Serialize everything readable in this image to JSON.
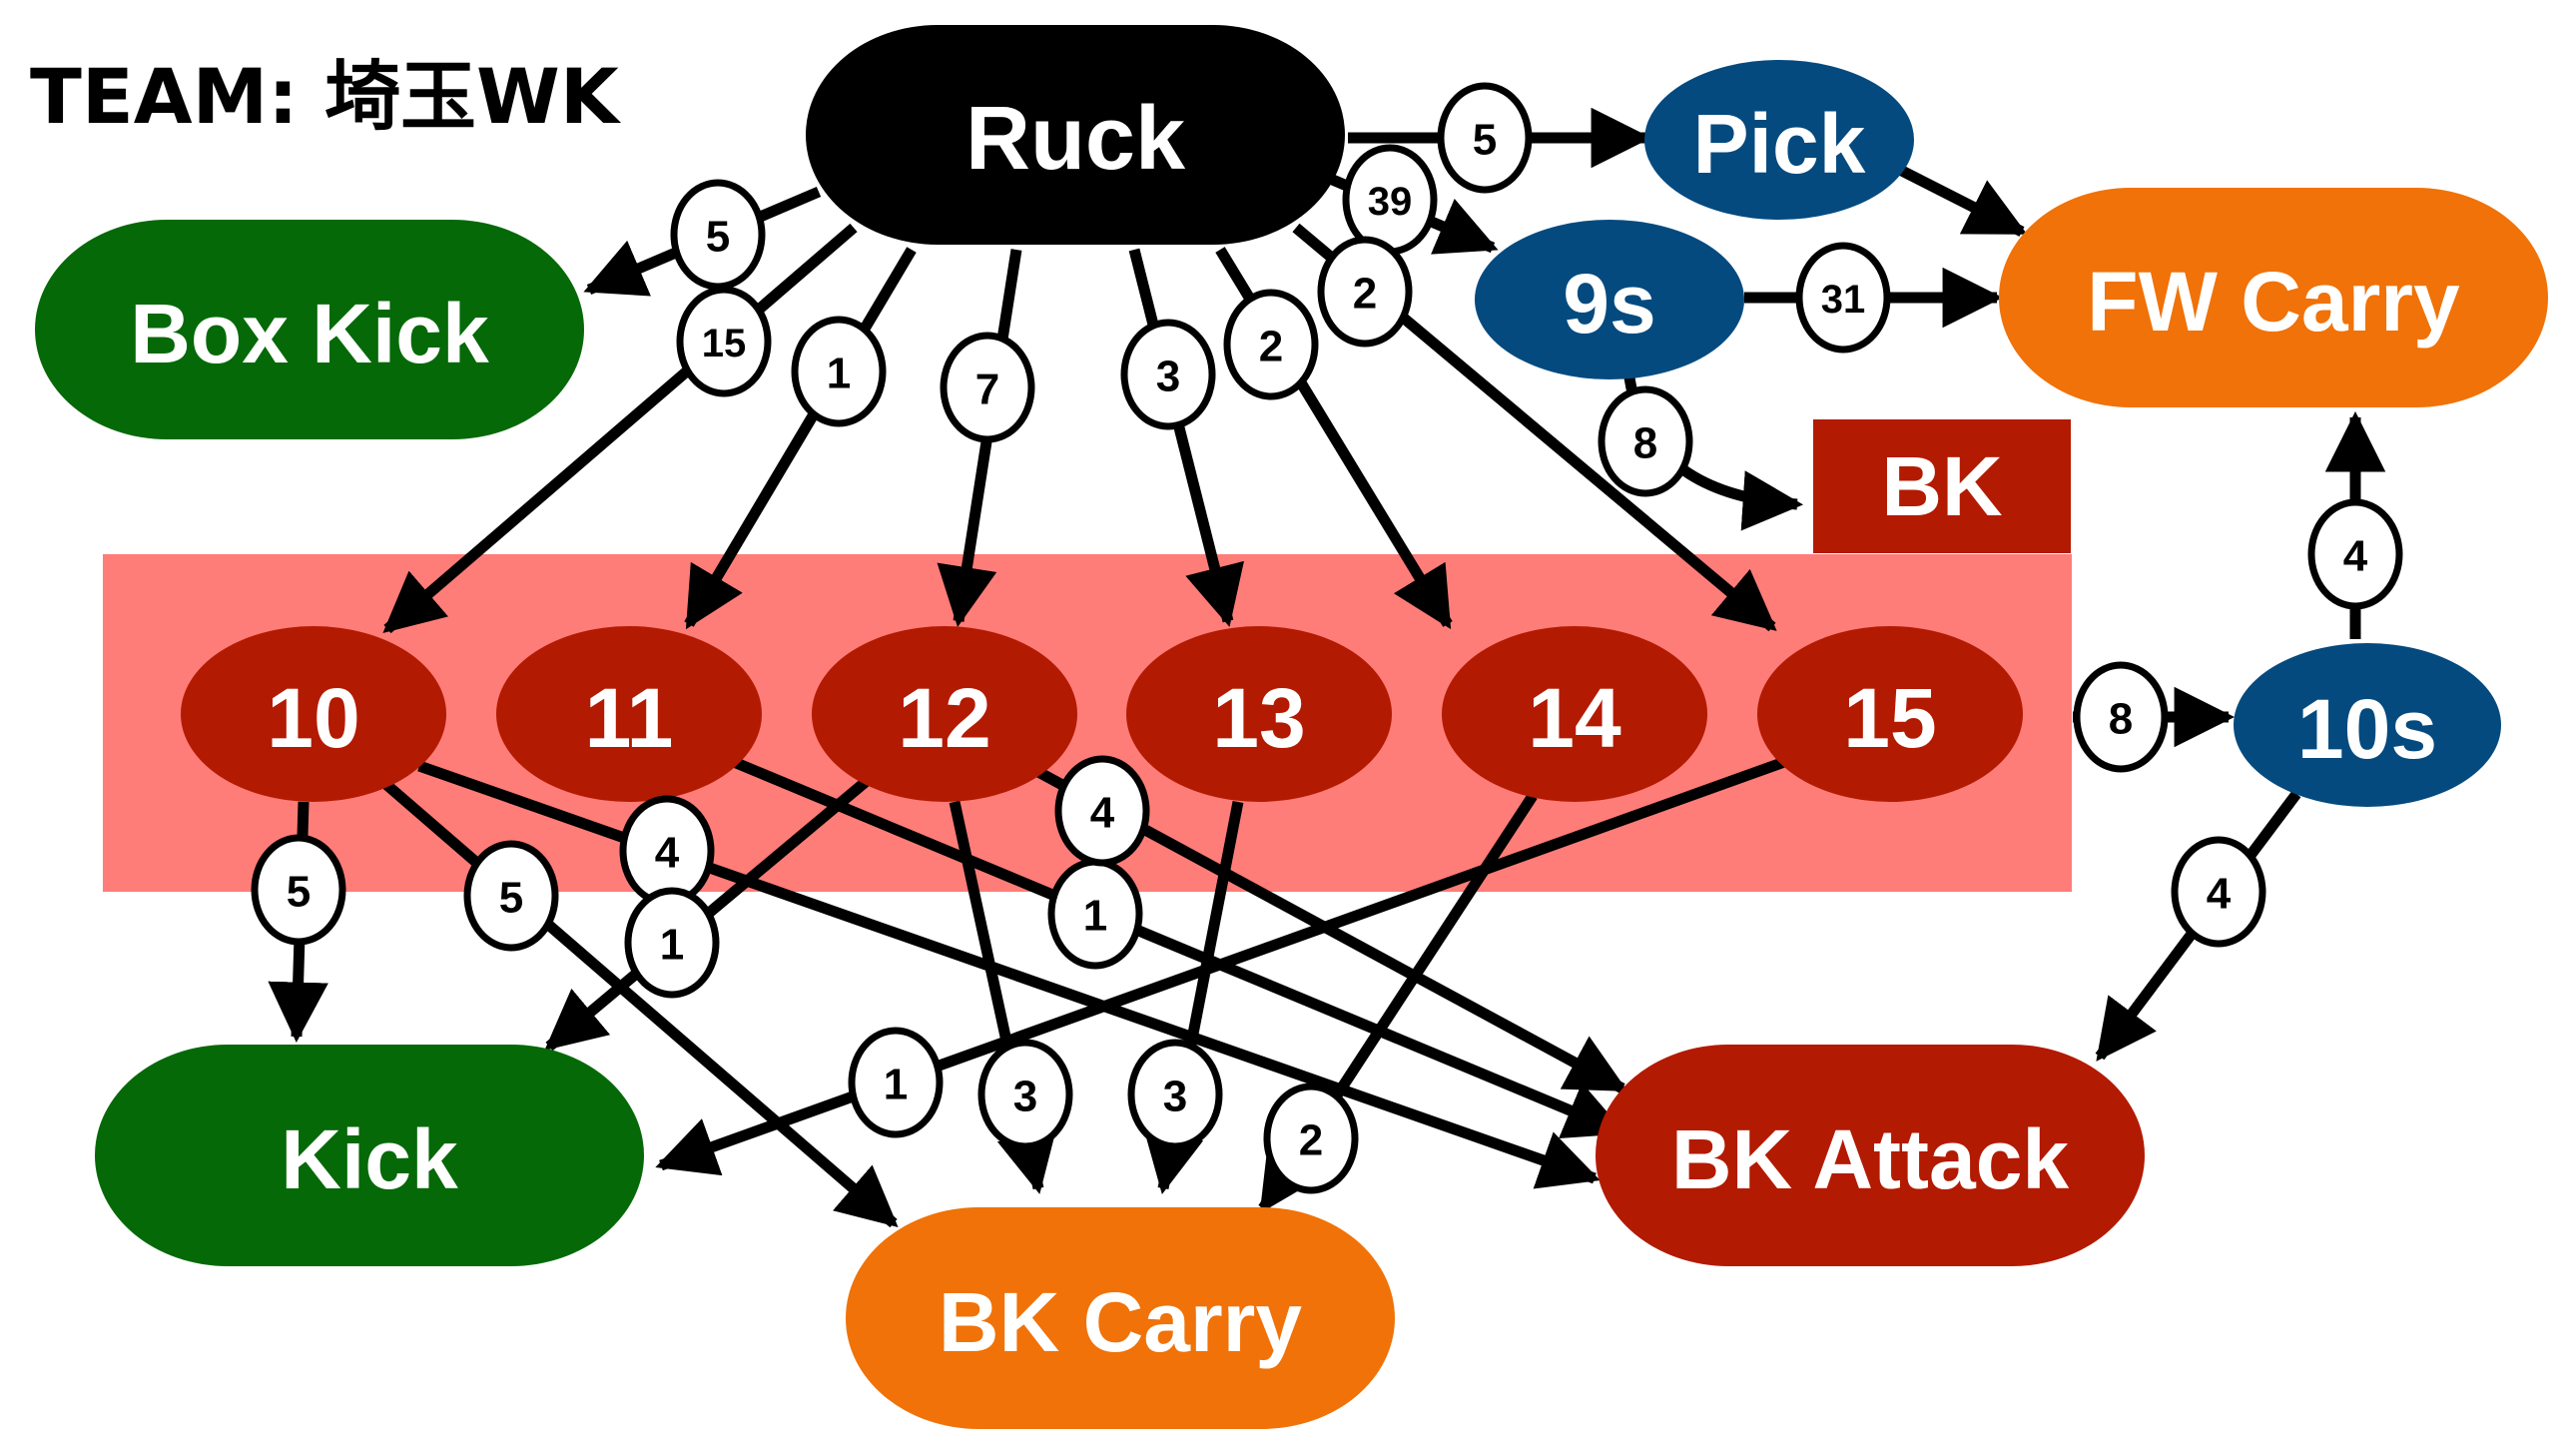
{
  "title": "TEAM: 埼玉WK",
  "colors": {
    "ruck": "#000000",
    "forward_blue": "#044a7f",
    "forward_orange": "#f07208",
    "kick_green": "#056908",
    "backs_red": "#b31a02",
    "backs_band": "#ff7d78",
    "edge": "#000000",
    "badge_fill": "#ffffff"
  },
  "band": {
    "label": "BK"
  },
  "nodes": [
    {
      "id": "ruck",
      "label": "Ruck",
      "shape": "pill",
      "color": "ruck"
    },
    {
      "id": "pick",
      "label": "Pick",
      "shape": "ellipse",
      "color": "forward_blue"
    },
    {
      "id": "nines",
      "label": "9s",
      "shape": "ellipse",
      "color": "forward_blue"
    },
    {
      "id": "fwcarry",
      "label": "FW Carry",
      "shape": "pill",
      "color": "forward_orange"
    },
    {
      "id": "boxkick",
      "label": "Box Kick",
      "shape": "pill",
      "color": "kick_green"
    },
    {
      "id": "p10",
      "label": "10",
      "shape": "ellipse",
      "color": "backs_red"
    },
    {
      "id": "p11",
      "label": "11",
      "shape": "ellipse",
      "color": "backs_red"
    },
    {
      "id": "p12",
      "label": "12",
      "shape": "ellipse",
      "color": "backs_red"
    },
    {
      "id": "p13",
      "label": "13",
      "shape": "ellipse",
      "color": "backs_red"
    },
    {
      "id": "p14",
      "label": "14",
      "shape": "ellipse",
      "color": "backs_red"
    },
    {
      "id": "p15",
      "label": "15",
      "shape": "ellipse",
      "color": "backs_red"
    },
    {
      "id": "tens",
      "label": "10s",
      "shape": "ellipse",
      "color": "forward_blue"
    },
    {
      "id": "kick",
      "label": "Kick",
      "shape": "pill",
      "color": "kick_green"
    },
    {
      "id": "bkcarry",
      "label": "BK Carry",
      "shape": "pill",
      "color": "forward_orange"
    },
    {
      "id": "bkattack",
      "label": "BK Attack",
      "shape": "pill",
      "color": "backs_red"
    }
  ],
  "edges": [
    {
      "from": "ruck",
      "to": "pick",
      "count": "5"
    },
    {
      "from": "ruck",
      "to": "nines",
      "count": "39"
    },
    {
      "from": "ruck",
      "to": "boxkick",
      "count": "5"
    },
    {
      "from": "ruck",
      "to": "p10",
      "count": "15"
    },
    {
      "from": "ruck",
      "to": "p11",
      "count": "1"
    },
    {
      "from": "ruck",
      "to": "p12",
      "count": "7"
    },
    {
      "from": "ruck",
      "to": "p13",
      "count": "3"
    },
    {
      "from": "ruck",
      "to": "p14",
      "count": "2"
    },
    {
      "from": "ruck",
      "to": "p15",
      "count": "2"
    },
    {
      "from": "pick",
      "to": "fwcarry",
      "count": ""
    },
    {
      "from": "nines",
      "to": "fwcarry",
      "count": "31"
    },
    {
      "from": "nines",
      "to": "bk",
      "count": "8"
    },
    {
      "from": "band",
      "to": "tens",
      "count": "8"
    },
    {
      "from": "tens",
      "to": "fwcarry",
      "count": "4"
    },
    {
      "from": "tens",
      "to": "bkattack",
      "count": "4"
    },
    {
      "from": "p10",
      "to": "kick",
      "count": "5"
    },
    {
      "from": "p10",
      "to": "bkcarry",
      "count": "5"
    },
    {
      "from": "p10",
      "to": "bkattack",
      "count": "4"
    },
    {
      "from": "p11",
      "to": "bkattack",
      "count": "1"
    },
    {
      "from": "p12",
      "to": "kick",
      "count": "1"
    },
    {
      "from": "p12",
      "to": "bkattack",
      "count": "4"
    },
    {
      "from": "p12",
      "to": "bkcarry",
      "count": "3"
    },
    {
      "from": "p13",
      "to": "bkcarry",
      "count": "3"
    },
    {
      "from": "p14",
      "to": "bkcarry",
      "count": "2"
    },
    {
      "from": "p15",
      "to": "kick",
      "count": "1"
    }
  ]
}
